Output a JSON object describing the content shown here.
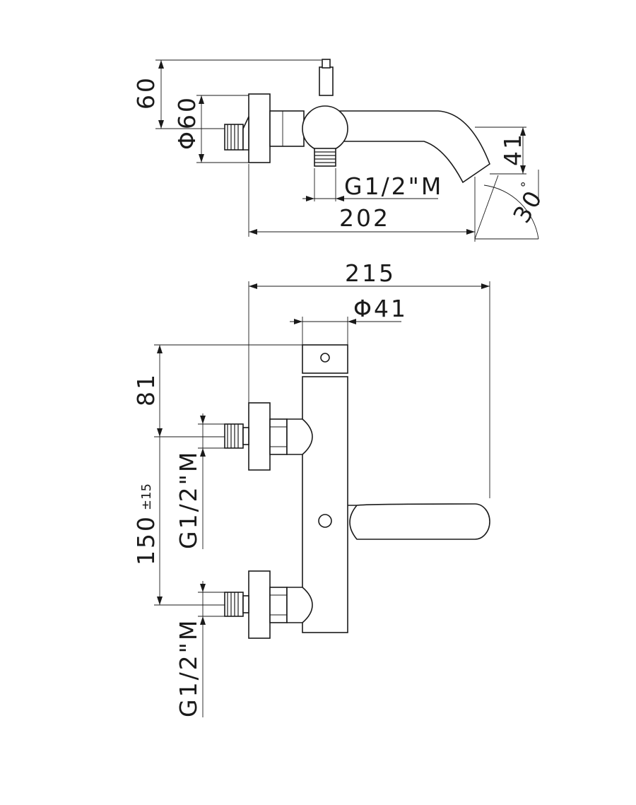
{
  "top_view": {
    "dim_height": "60",
    "dim_diameter": "Φ60",
    "dim_outlet": "41",
    "dim_width": "202",
    "thread_label": "G1/2\"M",
    "angle_label": "30",
    "angle_unit": "°"
  },
  "front_view": {
    "dim_width": "215",
    "dim_body_diameter": "Φ41",
    "dim_top": "81",
    "dim_center": "150",
    "dim_center_tolerance": "±15",
    "thread_label_upper": "G1/2\"M",
    "thread_label_lower": "G1/2\"M"
  }
}
